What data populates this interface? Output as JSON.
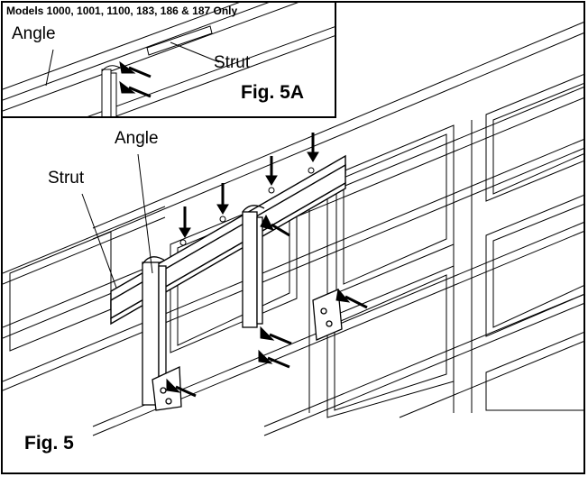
{
  "inset": {
    "title": "Models 1000, 1001, 1100, 183, 186 & 187 Only",
    "angle_label": "Angle",
    "strut_label": "Strut",
    "figure_label": "Fig. 5A"
  },
  "main": {
    "angle_label": "Angle",
    "strut_label": "Strut",
    "figure_label": "Fig. 5"
  }
}
